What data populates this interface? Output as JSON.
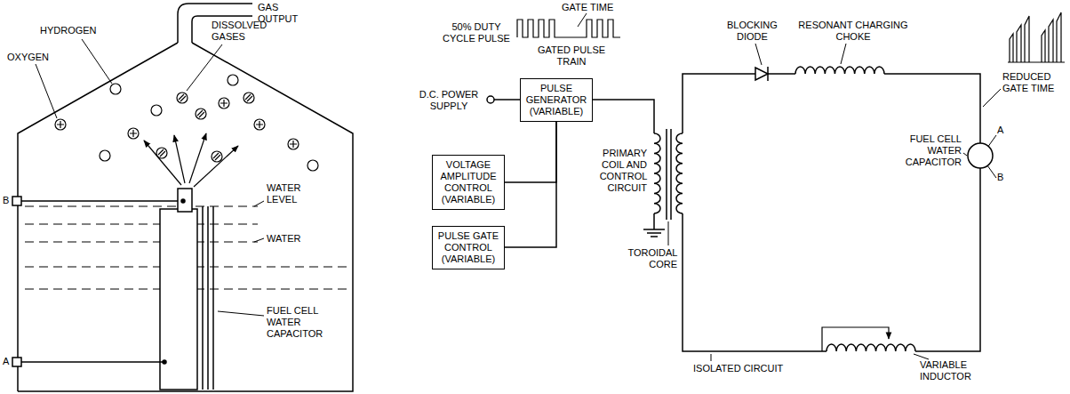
{
  "diagram": {
    "nodes": [
      {
        "text": [
          "PULSE GENERATOR (VARIABLE)"
        ]
      },
      {
        "text": [
          "VOLTAGE AMPLITUDE CONTROL (VARIABLE)"
        ]
      },
      {
        "text": [
          "PULSE GATE CONTROL (VARIABLE)"
        ]
      }
    ],
    "edges": [
      {
        "from": 1,
        "to": 0,
        "arrow": "none"
      },
      {
        "from": 2,
        "to": 0,
        "arrow": "none"
      }
    ],
    "labels": [
      "GAS OUTPUT",
      "HYDROGEN",
      "OXYGEN",
      "DISSOLVED GASES",
      "WATER LEVEL",
      "WATER",
      "B",
      "A",
      "FUEL CELL WATER CAPACITOR",
      "D.C. POWER SUPPLY",
      "50% DUTY CYCLE PULSE",
      "GATE TIME",
      "GATED PULSE TRAIN",
      "PRIMARY COIL AND CONTROL CIRCUIT",
      "TOROIDAL CORE",
      "ISOLATED CIRCUIT",
      "BLOCKING DIODE",
      "RESONANT CHARGING CHOKE",
      "REDUCED GATE TIME",
      "FUEL CELL WATER CAPACITOR",
      "A",
      "B",
      "VARIABLE INDUCTOR"
    ]
  }
}
